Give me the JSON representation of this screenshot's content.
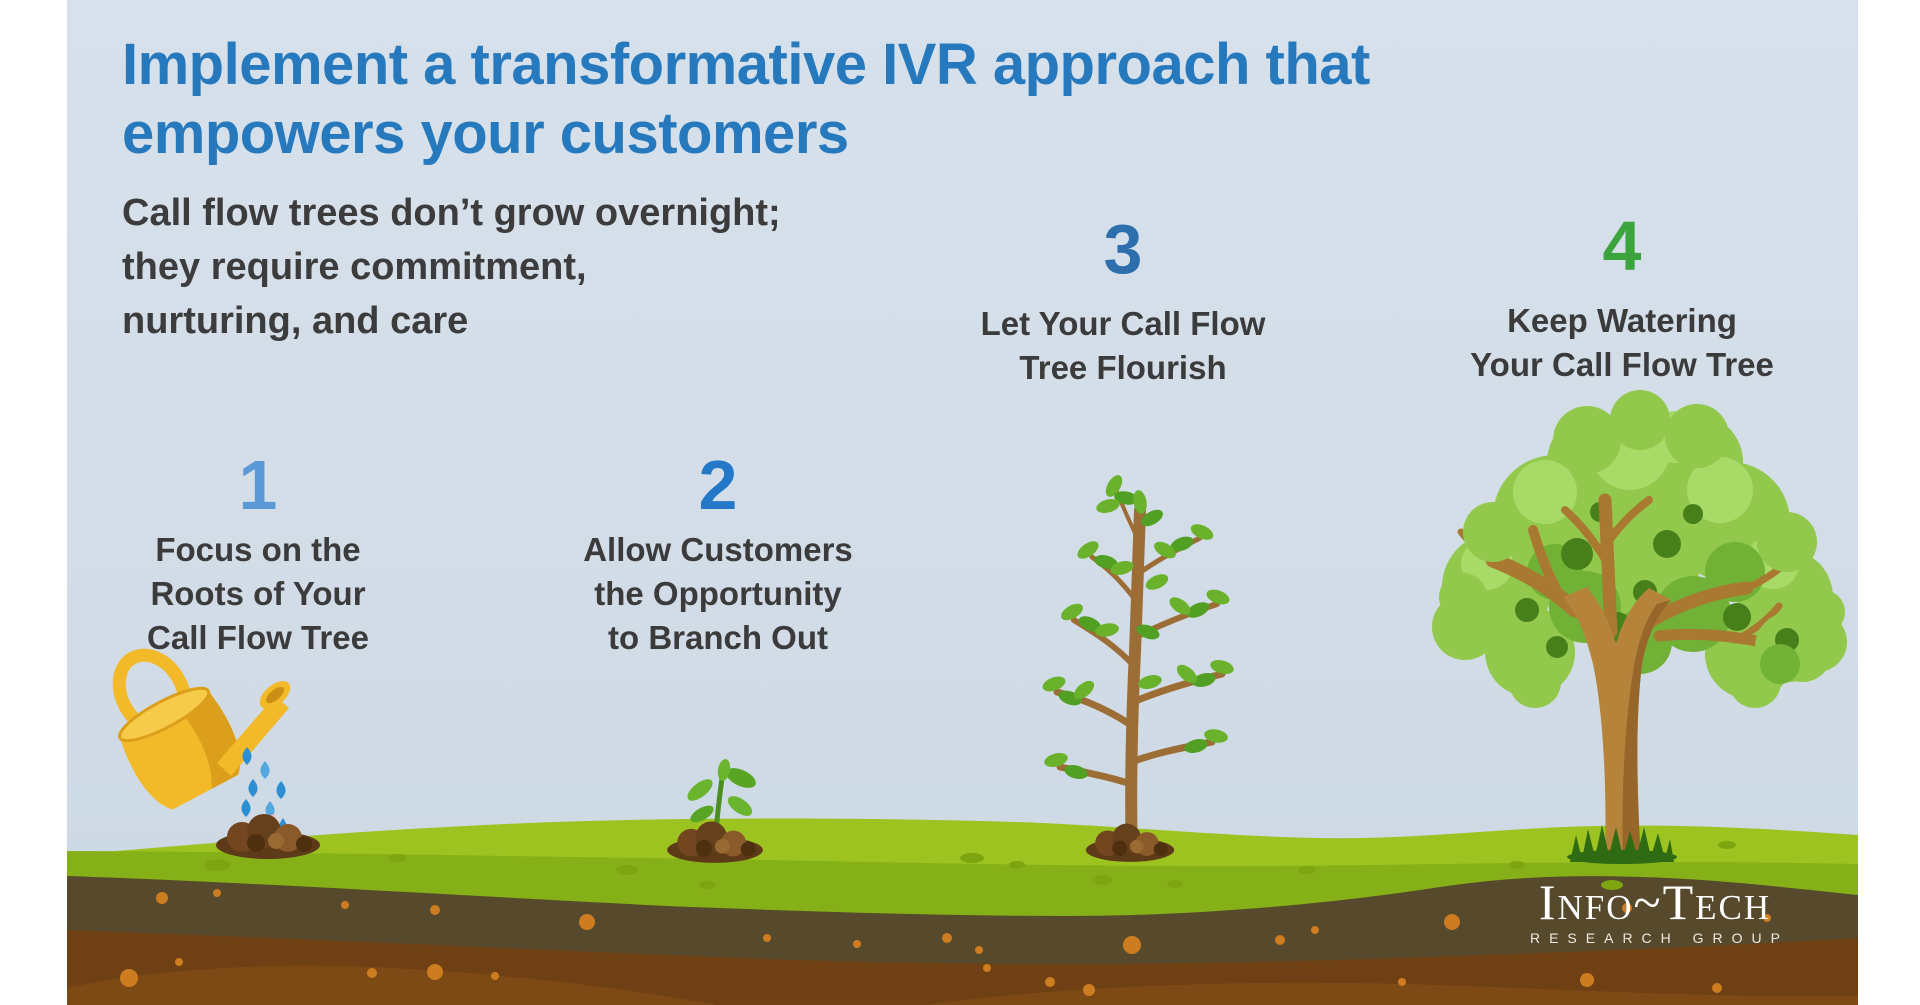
{
  "header": {
    "title_line1": "Implement a transformative IVR approach that",
    "title_line2": "empowers your customers",
    "subtitle_lines": [
      "Call flow trees don’t grow overnight;",
      "they require commitment,",
      "nurturing, and care"
    ]
  },
  "steps": [
    {
      "number": "1",
      "number_color": "#5b99d6",
      "label_lines": [
        "Focus on the",
        "Roots of Your",
        "Call Flow Tree"
      ],
      "illustration": "watering-can-planting-seed"
    },
    {
      "number": "2",
      "number_color": "#2478c8",
      "label_lines": [
        "Allow Customers",
        "the Opportunity",
        "to Branch Out"
      ],
      "illustration": "seedling-sprout"
    },
    {
      "number": "3",
      "number_color": "#2d6fad",
      "label_lines": [
        "Let Your Call Flow",
        "Tree Flourish"
      ],
      "illustration": "young-tree"
    },
    {
      "number": "4",
      "number_color": "#3ba43c",
      "label_lines": [
        "Keep Watering",
        "Your Call Flow Tree"
      ],
      "illustration": "mature-tree"
    }
  ],
  "logo": {
    "name": "Info~Tech",
    "subtext": "RESEARCH GROUP"
  },
  "palette": {
    "title_blue": "#2779bd",
    "body_text": "#3b3b3b",
    "sky": "#d3dde8",
    "grass_light": "#9cc31f",
    "grass_olive": "#85b018",
    "soil_dark": "#57492b",
    "soil_red_brown": "#6f4013",
    "soil_light_brown": "#7d4a15",
    "soil_dots_orange": "#cd7d20",
    "watering_can_yellow": "#f2b929",
    "water_drop_blue": "#2d8fd3",
    "leaf_green": "#6ab22c",
    "canopy_light_green": "#92c84b",
    "trunk_brown": "#aa7931",
    "logo_text": "#ffffff"
  }
}
